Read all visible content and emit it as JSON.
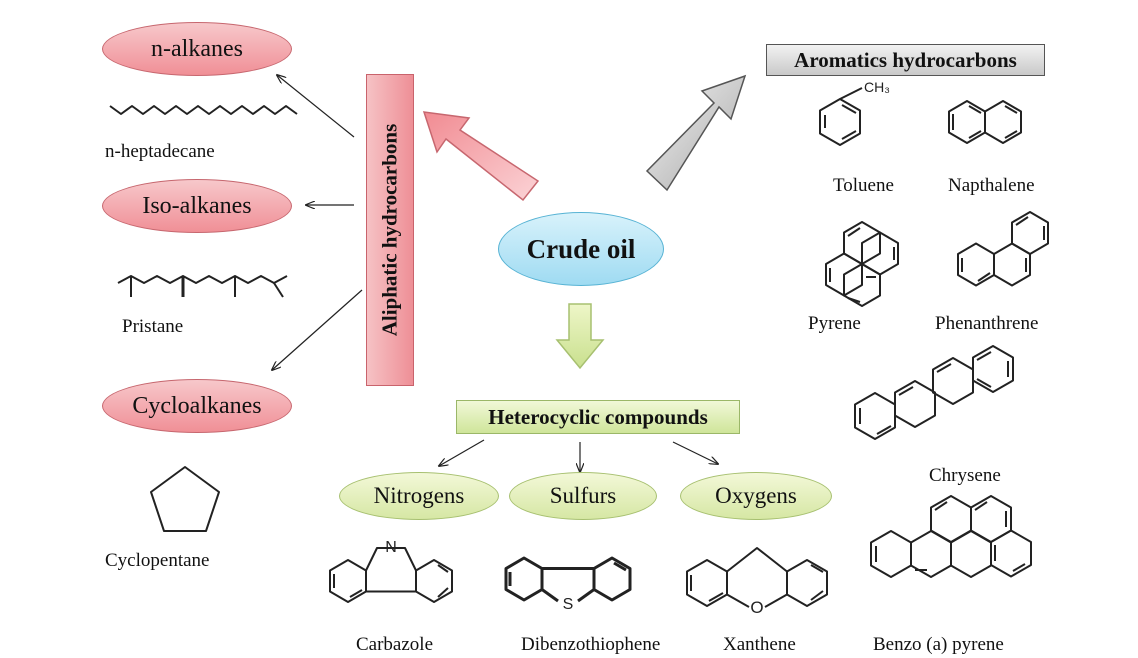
{
  "center": {
    "label": "Crude oil"
  },
  "aliphatic": {
    "label": "Aliphatic  hydrocarbons",
    "groups": [
      "n-alkanes",
      "Iso-alkanes",
      "Cycloalkanes"
    ],
    "examples": [
      "n-heptadecane",
      "Pristane",
      "Cyclopentane"
    ]
  },
  "aromatics": {
    "label": "Aromatics hydrocarbons",
    "methyl_label": "CH₃",
    "examples": [
      "Toluene",
      "Napthalene",
      "Pyrene",
      "Phenanthrene",
      "Chrysene",
      "Benzo (a) pyrene"
    ]
  },
  "heterocyclic": {
    "label": "Heterocyclic compounds",
    "groups": [
      "Nitrogens",
      "Sulfurs",
      "Oxygens"
    ],
    "examples": [
      "Carbazole",
      "Dibenzothiophene",
      "Xanthene"
    ],
    "heteroatoms": [
      "N",
      "S",
      "O"
    ]
  },
  "colors": {
    "aliphatic": "#f08f96",
    "aromatic": "#bdbdbd",
    "heterocyclic": "#d6e7a4",
    "center": "#9fdbf2"
  }
}
